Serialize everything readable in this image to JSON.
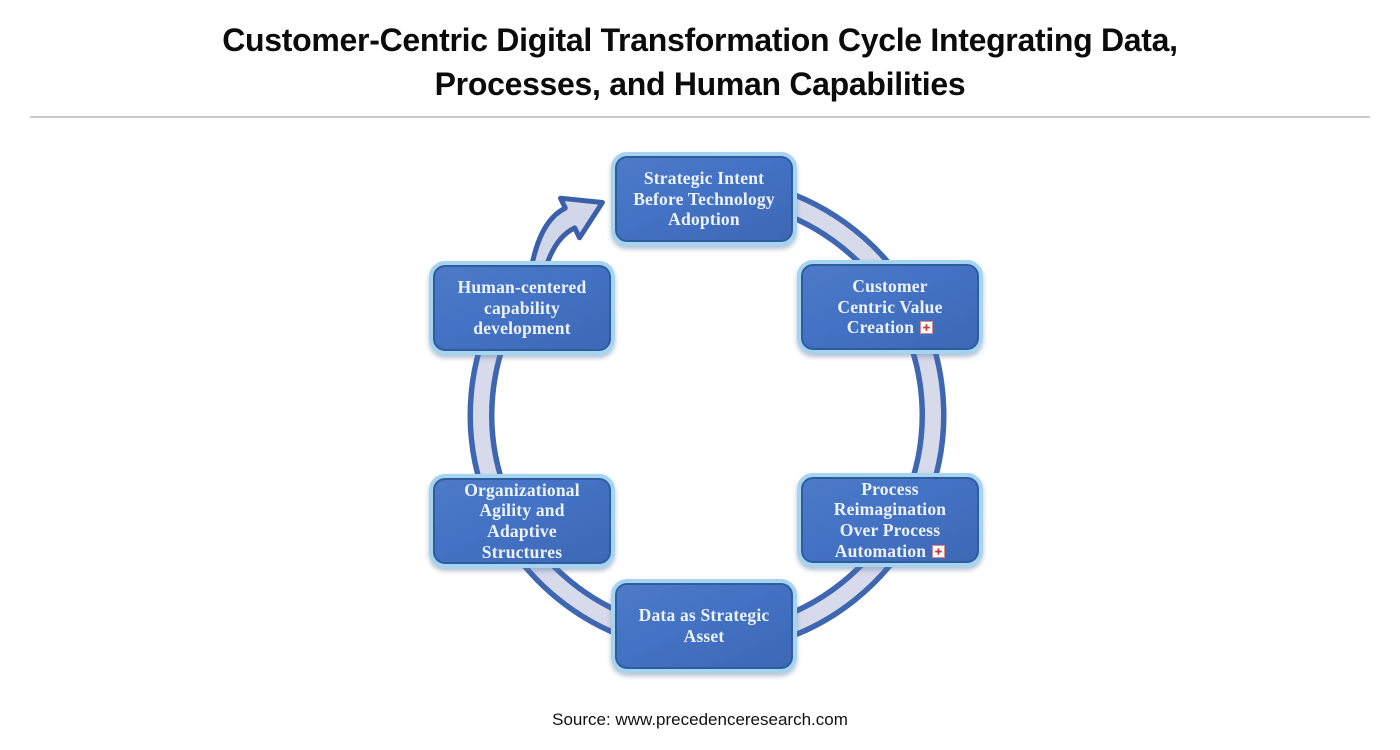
{
  "title": {
    "line1": "Customer-Centric Digital Transformation Cycle Integrating Data,",
    "line2": "Processes, and Human Capabilities"
  },
  "cycle": {
    "direction": "clockwise",
    "nodes": [
      {
        "id": "strategic-intent",
        "label": "Strategic Intent Before Technology Adoption",
        "has_broken_image_icon": false
      },
      {
        "id": "customer-centric-value",
        "label": "Customer Centric Value Creation",
        "has_broken_image_icon": true
      },
      {
        "id": "process-reimagination",
        "label": "Process Reimagination Over Process Automation",
        "has_broken_image_icon": true
      },
      {
        "id": "data-strategic-asset",
        "label": "Data as Strategic Asset",
        "has_broken_image_icon": false
      },
      {
        "id": "organizational-agility",
        "label": "Organizational Agility and Adaptive Structures",
        "has_broken_image_icon": false
      },
      {
        "id": "human-centered-capability",
        "label": "Human-centered capability development",
        "has_broken_image_icon": false
      }
    ]
  },
  "source": {
    "text": "Source: www.precedenceresearch.com"
  },
  "colors": {
    "node_fill": "#4472c4",
    "node_border_light": "#a5d4f0",
    "node_border_inner": "#2f5c9d",
    "node_text": "#edf3fc",
    "ring_band_fill": "#d7daeb",
    "ring_edge": "#3f66b0",
    "title_text": "#0b0b0b",
    "source_text": "#111111",
    "broken_icon_red": "#c43c3c"
  }
}
